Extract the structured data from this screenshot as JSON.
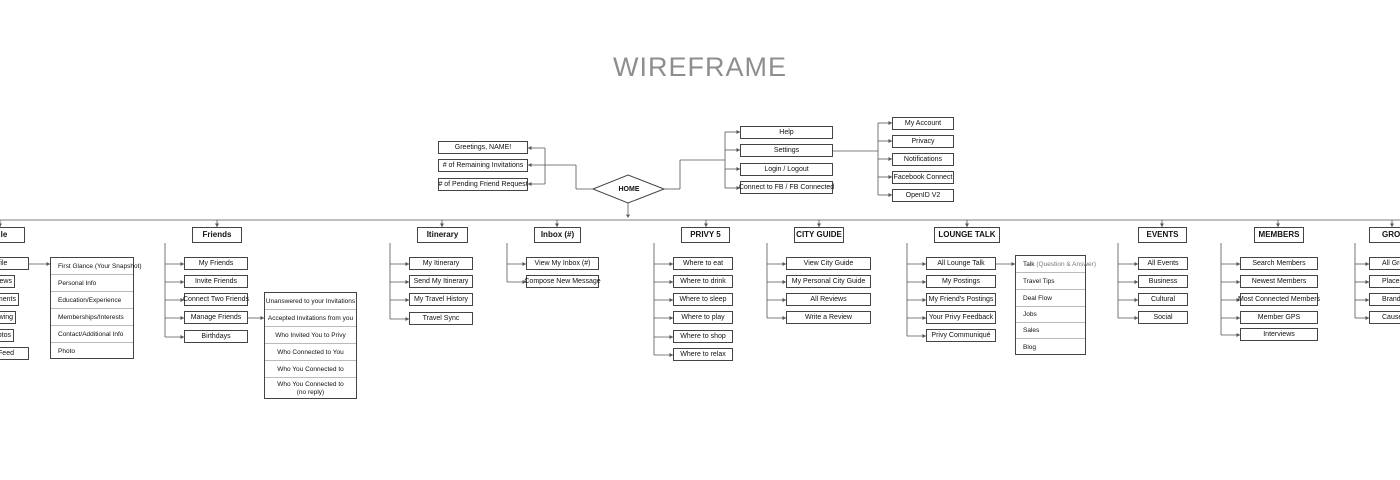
{
  "title": "WIREFRAME",
  "home": {
    "label": "HOME",
    "left": [
      "Greetings, NAME!",
      "# of Remaining Invitations",
      "# of Pending Friend Request"
    ],
    "right": [
      "Help",
      "Settings",
      "Login / Logout",
      "Connect to FB / FB Connected"
    ],
    "settings_children": [
      "My Account",
      "Privacy",
      "Notifications",
      "Facebook Connect",
      "OpenID V2"
    ]
  },
  "sections": {
    "profile": {
      "header": "rofile",
      "items": [
        "Profile",
        "views",
        "lements",
        "owing",
        "hotos",
        "Feed"
      ],
      "panel": [
        "First Glance (Your Snapshot)",
        "Personal Info",
        "Education/Experience",
        "Memberships/Interests",
        "Contact/Additional Info",
        "Photo"
      ]
    },
    "friends": {
      "header": "Friends",
      "items": [
        "My Friends",
        "Invite Friends",
        "Connect Two Friends",
        "Manage Friends",
        "Birthdays"
      ],
      "panel": [
        "Unanswered to your Invitations",
        "Accepted Invitations from you",
        "Who Invited You to Privy",
        "Who Connected to You",
        "Who You Connected to",
        "Who You Connected to\n(no reply)"
      ]
    },
    "itinerary": {
      "header": "Itinerary",
      "items": [
        "My Itinerary",
        "Send My Itinerary",
        "My Travel History",
        "Travel Sync"
      ]
    },
    "inbox": {
      "header": "Inbox (#)",
      "items": [
        "View My Inbox (#)",
        "Compose New Message"
      ]
    },
    "privy5": {
      "header": "PRIVY 5",
      "items": [
        "Where to eat",
        "Where to drink",
        "Where to sleep",
        "Where to play",
        "Where to shop",
        "Where to relax"
      ]
    },
    "cityguide": {
      "header": "CITY GUIDE",
      "items": [
        "View City Guide",
        "My Personal City Guide",
        "All Reviews",
        "Write a Review"
      ]
    },
    "lounge": {
      "header": "LOUNGE TALK",
      "items": [
        "All Lounge Talk",
        "My Postings",
        "My Friend's Postings",
        "Your Privy Feedback",
        "Privy Communiqué"
      ],
      "panel_first": "Talk",
      "panel_first_note": "(Question & Answer)",
      "panel": [
        "Travel Tips",
        "Deal Flow",
        "Jobs",
        "Sales",
        "Blog"
      ]
    },
    "events": {
      "header": "EVENTS",
      "items": [
        "All Events",
        "Business",
        "Cultural",
        "Social"
      ]
    },
    "members": {
      "header": "MEMBERS",
      "items": [
        "Search Members",
        "Newest Members",
        "Most Connected Members",
        "Member GPS",
        "Interviews"
      ]
    },
    "groups": {
      "header": "GROU",
      "items": [
        "All Gro",
        "Places",
        "Brand",
        "Cause"
      ]
    }
  }
}
